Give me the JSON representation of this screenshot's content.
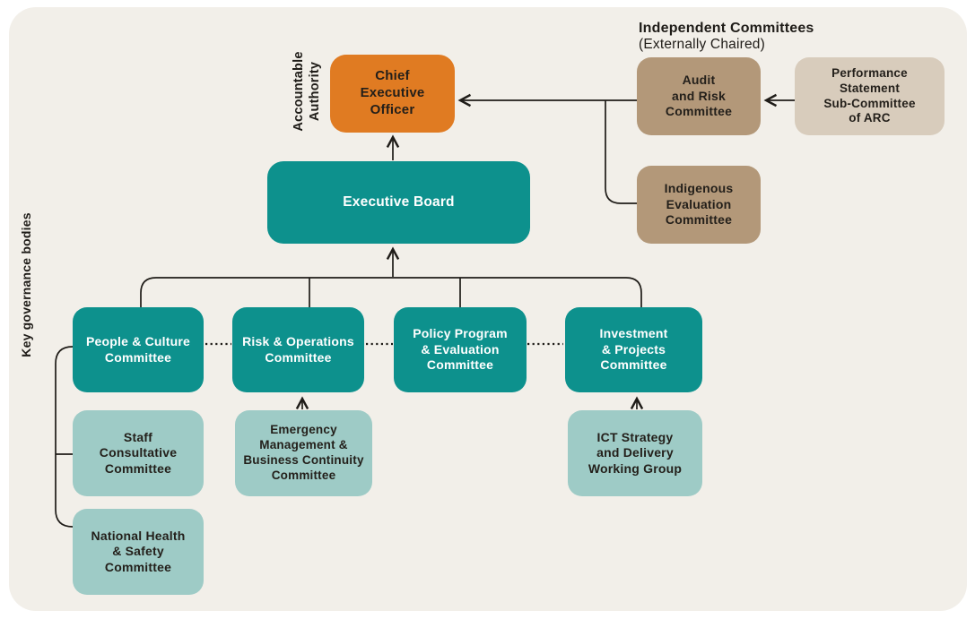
{
  "colors": {
    "background": "#F2EFE9",
    "teal": "#0D918D",
    "light_teal": "#9ECBC6",
    "orange": "#E07B22",
    "tan": "#B39879",
    "light_tan": "#D8CCBC",
    "line_color": "#1f1c18",
    "text_dark": "#231f1a",
    "text_light": "#ffffff"
  },
  "side_labels": {
    "accountable_authority": "Accountable\nAuthority",
    "key_governance": "Key governance bodies"
  },
  "independent_committees": {
    "title": "Independent Committees",
    "subtitle": "(Externally Chaired)",
    "audit_risk": "Audit\nand Risk\nCommittee",
    "performance_statement": "Performance\nStatement\nSub-Committee\nof ARC",
    "indigenous_evaluation": "Indigenous\nEvaluation\nCommittee"
  },
  "nodes": {
    "ceo": "Chief\nExecutive\nOfficer",
    "executive_board": "Executive Board",
    "people_culture": "People & Culture\nCommittee",
    "risk_operations": "Risk & Operations\nCommittee",
    "policy_program": "Policy Program\n& Evaluation\nCommittee",
    "investment_projects": "Investment\n& Projects\nCommittee",
    "staff_consultative": "Staff\nConsultative\nCommittee",
    "national_health": "National Health\n& Safety\nCommittee",
    "emergency_mgmt": "Emergency\nManagement &\nBusiness Continuity\nCommittee",
    "ict_strategy": "ICT Strategy\nand Delivery\nWorking Group"
  }
}
